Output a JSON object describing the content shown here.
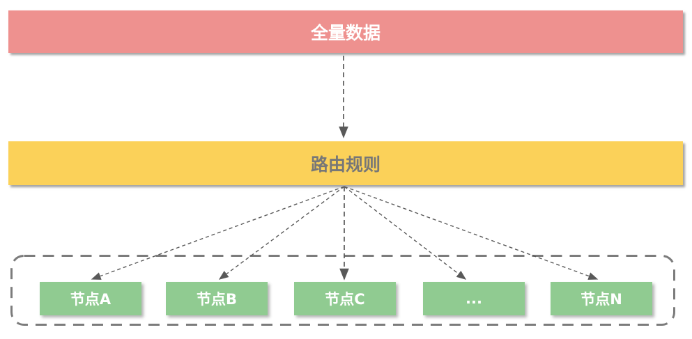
{
  "diagram": {
    "top_bar": {
      "label": "全量数据"
    },
    "middle_bar": {
      "label": "路由规则"
    },
    "nodes": [
      {
        "label": "节点A"
      },
      {
        "label": "节点B"
      },
      {
        "label": "节点C"
      },
      {
        "label": "..."
      },
      {
        "label": "节点N"
      }
    ]
  },
  "colors": {
    "bar-red": "#ee918f",
    "bar-yellow": "#fbd159",
    "node-green": "#90cb91",
    "text-on-red": "#ffffff",
    "text-on-yellow": "#777777",
    "node-text": "#ffffff",
    "arrow": "#595959",
    "container-border": "#7c7c7c"
  }
}
